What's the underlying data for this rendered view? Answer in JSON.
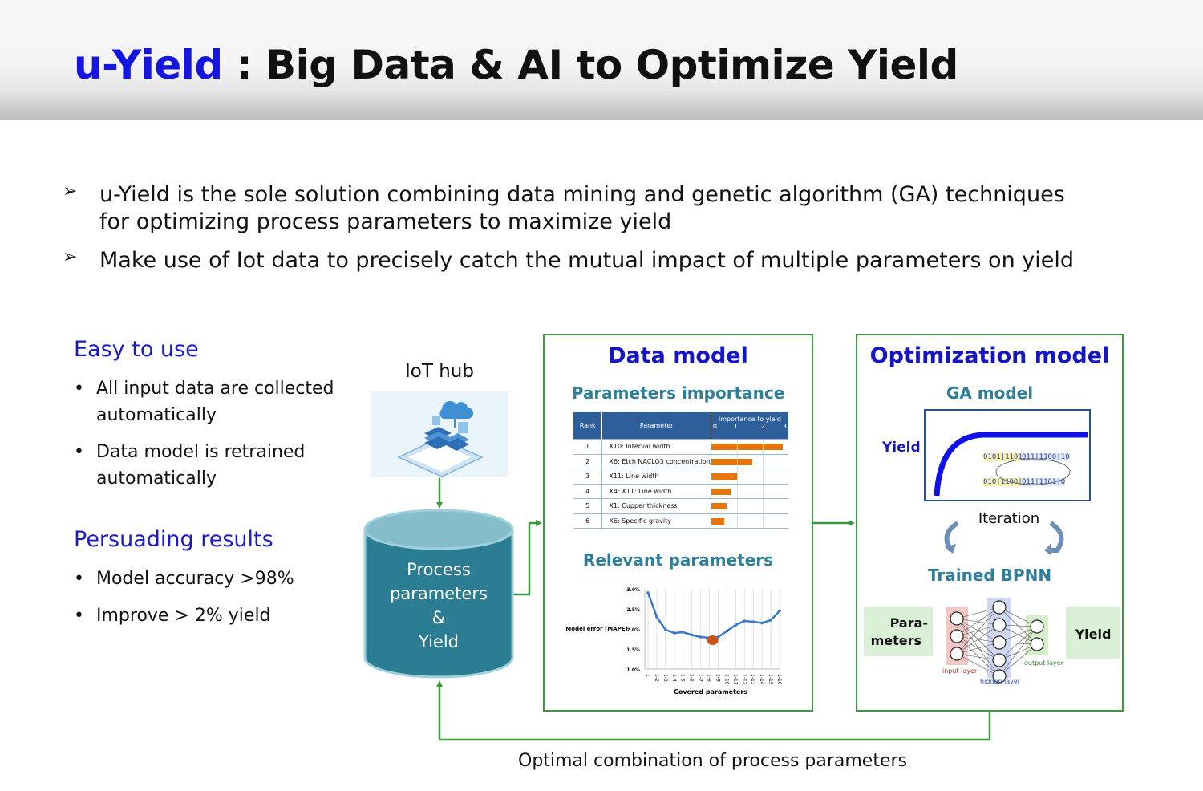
{
  "header": {
    "title_brand": "u-Yield",
    "title_rest": " : Big Data & AI to Optimize Yield"
  },
  "bullets": [
    {
      "line1": "u-Yield is the sole solution combining data mining and genetic algorithm (GA) techniques",
      "line2": "for optimizing process parameters to maximize yield"
    },
    {
      "line1": "Make use of Iot data to precisely catch the mutual impact of multiple parameters on yield"
    }
  ],
  "easy": {
    "heading": "Easy to use",
    "items": [
      {
        "line1": "All input data are collected",
        "line2": "automatically"
      },
      {
        "line1": "Data model is retrained",
        "line2": "automatically"
      }
    ]
  },
  "results": {
    "heading": "Persuading results",
    "items": [
      "Model accuracy >98%",
      "Improve > 2% yield"
    ]
  },
  "iot": {
    "label": "IoT hub"
  },
  "database": {
    "lines": [
      "Process",
      "parameters",
      "&",
      "Yield"
    ]
  },
  "data_model": {
    "title": "Data model",
    "importance_title": "Parameters importance",
    "importance_table": {
      "col_rank": "Rank",
      "col_param": "Parameter",
      "col_imp": "Importance to yield",
      "scale": [
        "0",
        "1",
        "2",
        "3"
      ],
      "rows": [
        {
          "rank": "1",
          "param": "X10: Interval width",
          "value": 2.8
        },
        {
          "rank": "2",
          "param": "X6: Etch NACLO3 concentration",
          "value": 1.6
        },
        {
          "rank": "3",
          "param": "X11: Line width",
          "value": 1.05
        },
        {
          "rank": "4",
          "param": "X4: X11: Line width",
          "value": 0.8
        },
        {
          "rank": "5",
          "param": "X1: Cupper thickness",
          "value": 0.6
        },
        {
          "rank": "6",
          "param": "X6: Specific gravity",
          "value": 0.5
        }
      ]
    },
    "relevant_title": "Relevant parameters"
  },
  "chart_data": {
    "type": "line",
    "title": "",
    "xlabel": "Covered parameters",
    "ylabel": "Model error (MAPE)",
    "ylim": [
      1.0,
      3.0
    ],
    "yticks": [
      "3.0%",
      "2.5%",
      "2.0%",
      "1.5%",
      "1.0%"
    ],
    "x": [
      "1",
      "1-2",
      "1-3",
      "1-4",
      "1-5",
      "1-6",
      "1-7",
      "1-8",
      "1-9",
      "1-10",
      "1-11",
      "1-12",
      "1-13",
      "1-14",
      "1-15",
      "1-16"
    ],
    "values": [
      2.9,
      2.3,
      1.98,
      1.9,
      1.92,
      1.85,
      1.8,
      1.78,
      1.8,
      1.95,
      2.1,
      2.2,
      2.18,
      2.15,
      2.22,
      2.45
    ],
    "highlight": {
      "x": "1-8",
      "value": 1.72
    },
    "grid": true,
    "color": "#3a78c8"
  },
  "opt_model": {
    "title": "Optimization model",
    "ga_title": "GA model",
    "yield_label": "Yield",
    "chromosomes": [
      "0101|1101|0",
      "011|1100|10",
      "010|1100|10",
      "011|1101|0"
    ],
    "iteration_label": "Iteration",
    "bpnn_title": "Trained BPNN",
    "params_line1": "Para-",
    "params_line2": "meters",
    "output_label": "Yield",
    "nn_labels": {
      "input": "input layer",
      "hidden": "hidden layer",
      "output": "output layer"
    }
  },
  "feedback_label": "Optimal combination of process parameters",
  "colors": {
    "brand": "#1515e0",
    "heading": "#1a1acc",
    "teal": "#2e7d9a",
    "green": "#3c9a3c",
    "bar": "#e8740c",
    "cylinder": "#2a7d92"
  }
}
